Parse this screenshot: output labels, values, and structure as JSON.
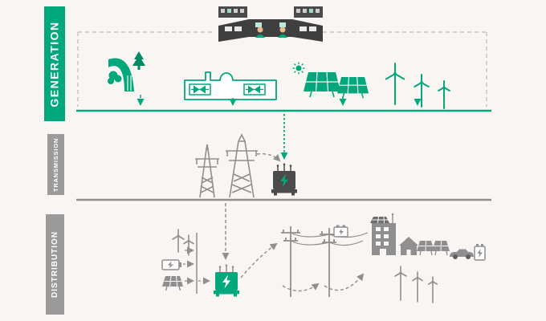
{
  "title": "Electric grid: generation, transmission and distribution diagram",
  "colors": {
    "green": "#00A87C",
    "gray": "#8F8F8F",
    "dark_gray": "#4B4B4B",
    "label_gray": "#9B9B9B",
    "background": "#F8F5F3"
  },
  "bands": {
    "generation": {
      "label": "GENERATION",
      "color": "#00A87C"
    },
    "transmission": {
      "label": "TRANSMISSION",
      "color": "#9B9B9B"
    },
    "distribution": {
      "label": "DISTRIBUTION",
      "color": "#9B9B9B"
    }
  },
  "icons": {
    "generation": [
      "control-room",
      "hydro-plant",
      "thermal-power-plant",
      "solar-farm",
      "wind-turbines"
    ],
    "transmission": [
      "transmission-tower-small",
      "transmission-tower-large",
      "step-down-transformer"
    ],
    "distribution": [
      "distribution-transformer",
      "small-wind-turbines",
      "battery-storage",
      "ground-solar-panel",
      "utility-pole",
      "pole-battery",
      "apartment-with-rooftop-solar",
      "house",
      "rooftop-solar-panels",
      "electric-car",
      "home-battery",
      "wind-farm"
    ]
  }
}
